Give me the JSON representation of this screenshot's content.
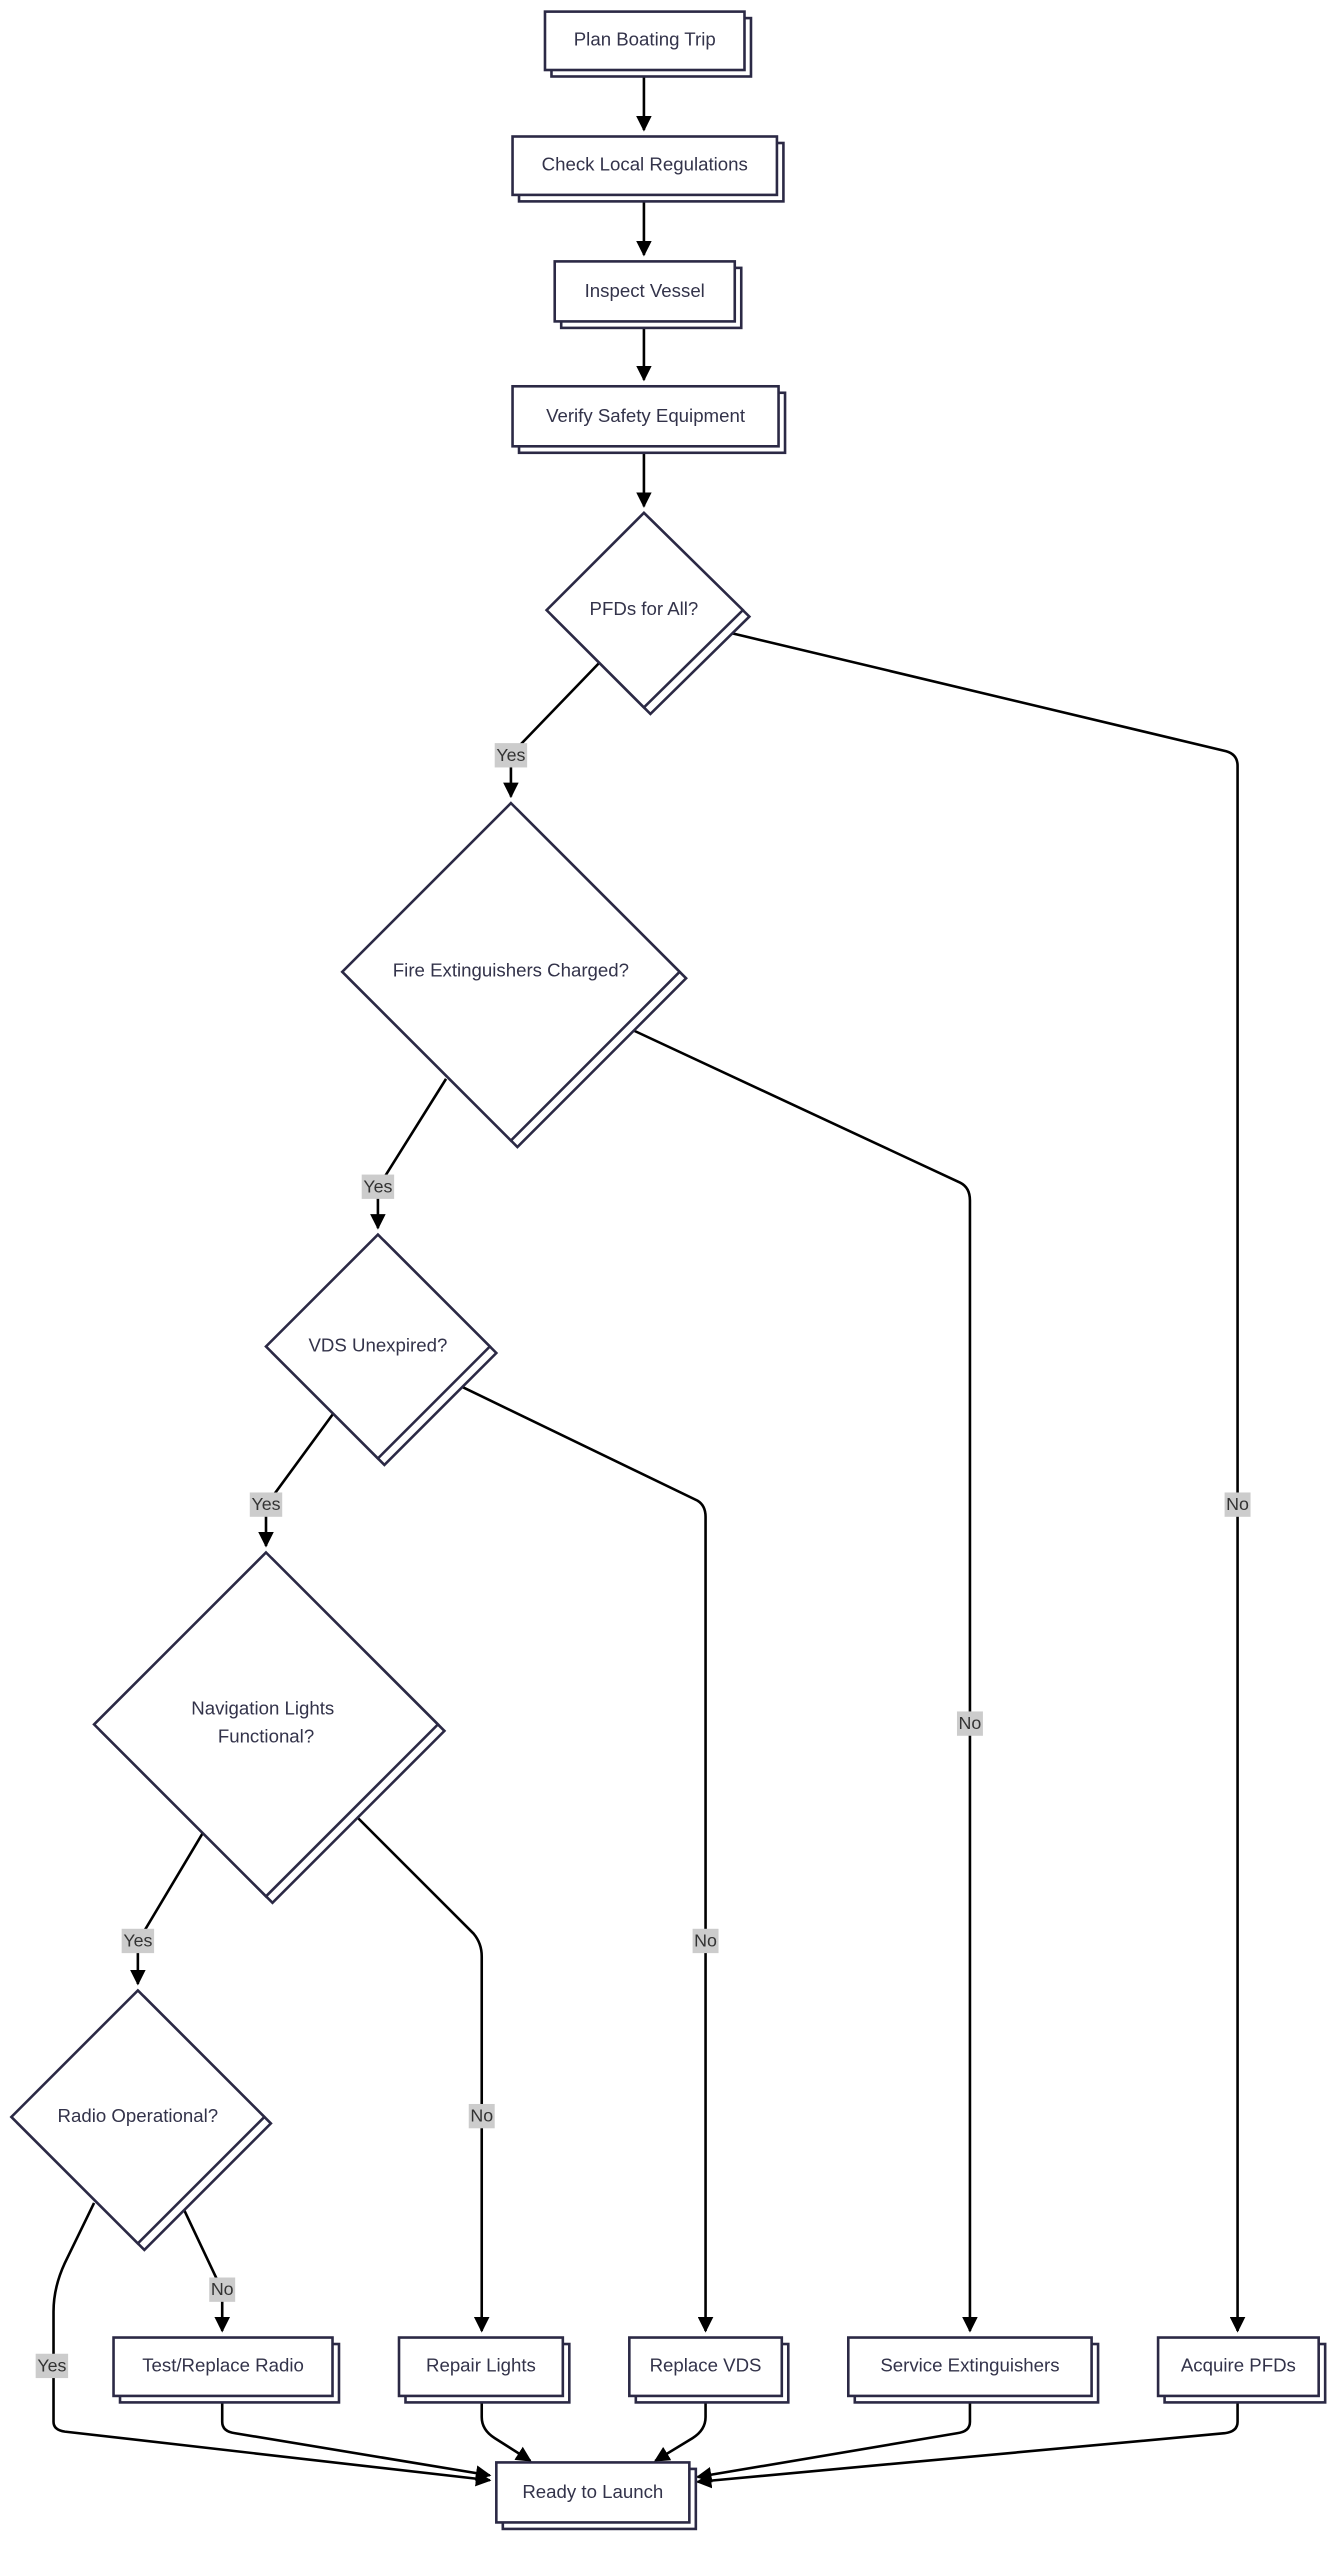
{
  "nodes": {
    "plan": "Plan Boating Trip",
    "check": "Check Local Regulations",
    "inspect": "Inspect Vessel",
    "verify": "Verify Safety Equipment",
    "pfds": "PFDs for All?",
    "fire": "Fire Extinguishers Charged?",
    "vds": "VDS Unexpired?",
    "nav_line1": "Navigation Lights",
    "nav_line2": "Functional?",
    "radio": "Radio Operational?",
    "test_radio": "Test/Replace Radio",
    "repair_lights": "Repair Lights",
    "replace_vds": "Replace VDS",
    "service_ext": "Service Extinguishers",
    "acquire_pfds": "Acquire PFDs",
    "ready": "Ready to Launch"
  },
  "edge_labels": {
    "pfds_yes": "Yes",
    "pfds_no": "No",
    "fire_yes": "Yes",
    "fire_no": "No",
    "vds_yes": "Yes",
    "vds_no": "No",
    "nav_yes": "Yes",
    "nav_no": "No",
    "radio_yes": "Yes",
    "radio_no": "No"
  }
}
